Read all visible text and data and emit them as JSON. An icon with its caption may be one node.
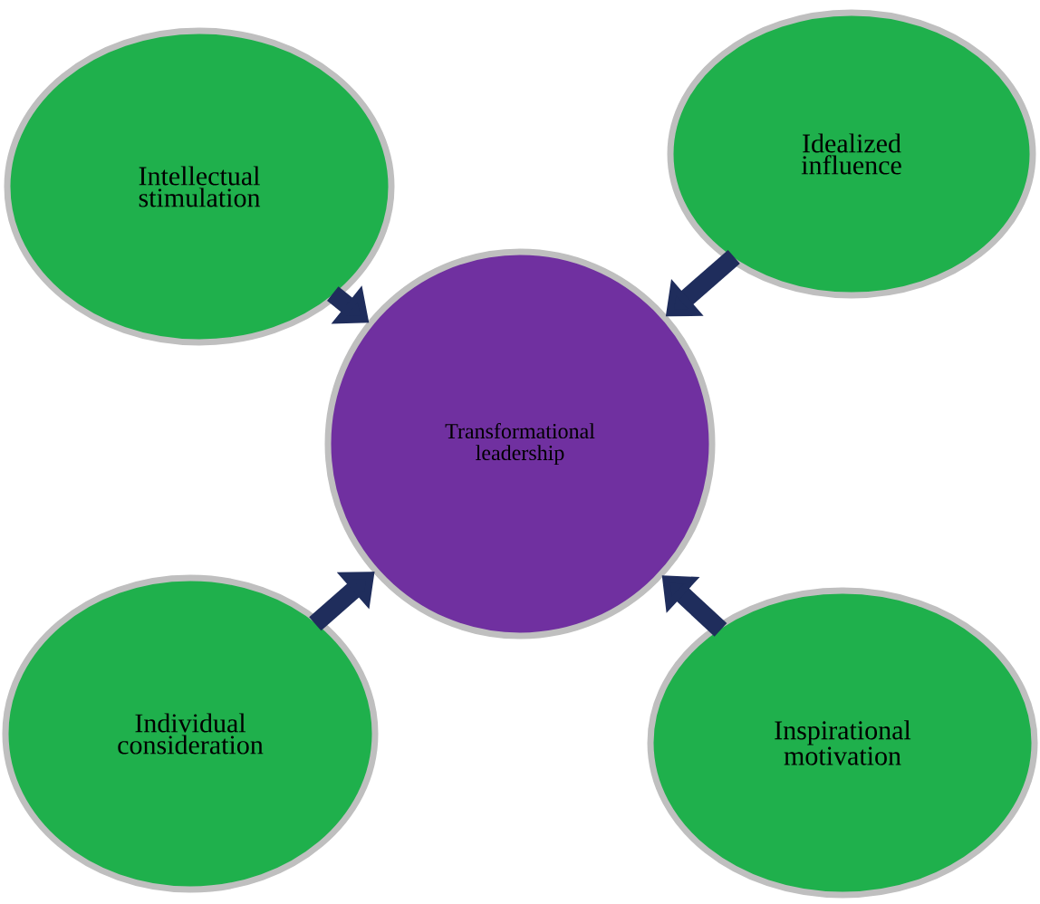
{
  "diagram": {
    "nodes": [
      {
        "text": [
          "Intellectual stimulation"
        ]
      },
      {
        "text": [
          "Idealized influence"
        ]
      },
      {
        "text": [
          "Transformational leadership"
        ]
      },
      {
        "text": [
          "Individual consideration"
        ]
      },
      {
        "text": [
          "Inspirational motivation"
        ]
      }
    ],
    "edges": [
      {
        "from": 0,
        "to": 2,
        "arrow": "to"
      },
      {
        "from": 1,
        "to": 2,
        "arrow": "to"
      },
      {
        "from": 3,
        "to": 2,
        "arrow": "to"
      },
      {
        "from": 4,
        "to": 2,
        "arrow": "to"
      }
    ]
  }
}
